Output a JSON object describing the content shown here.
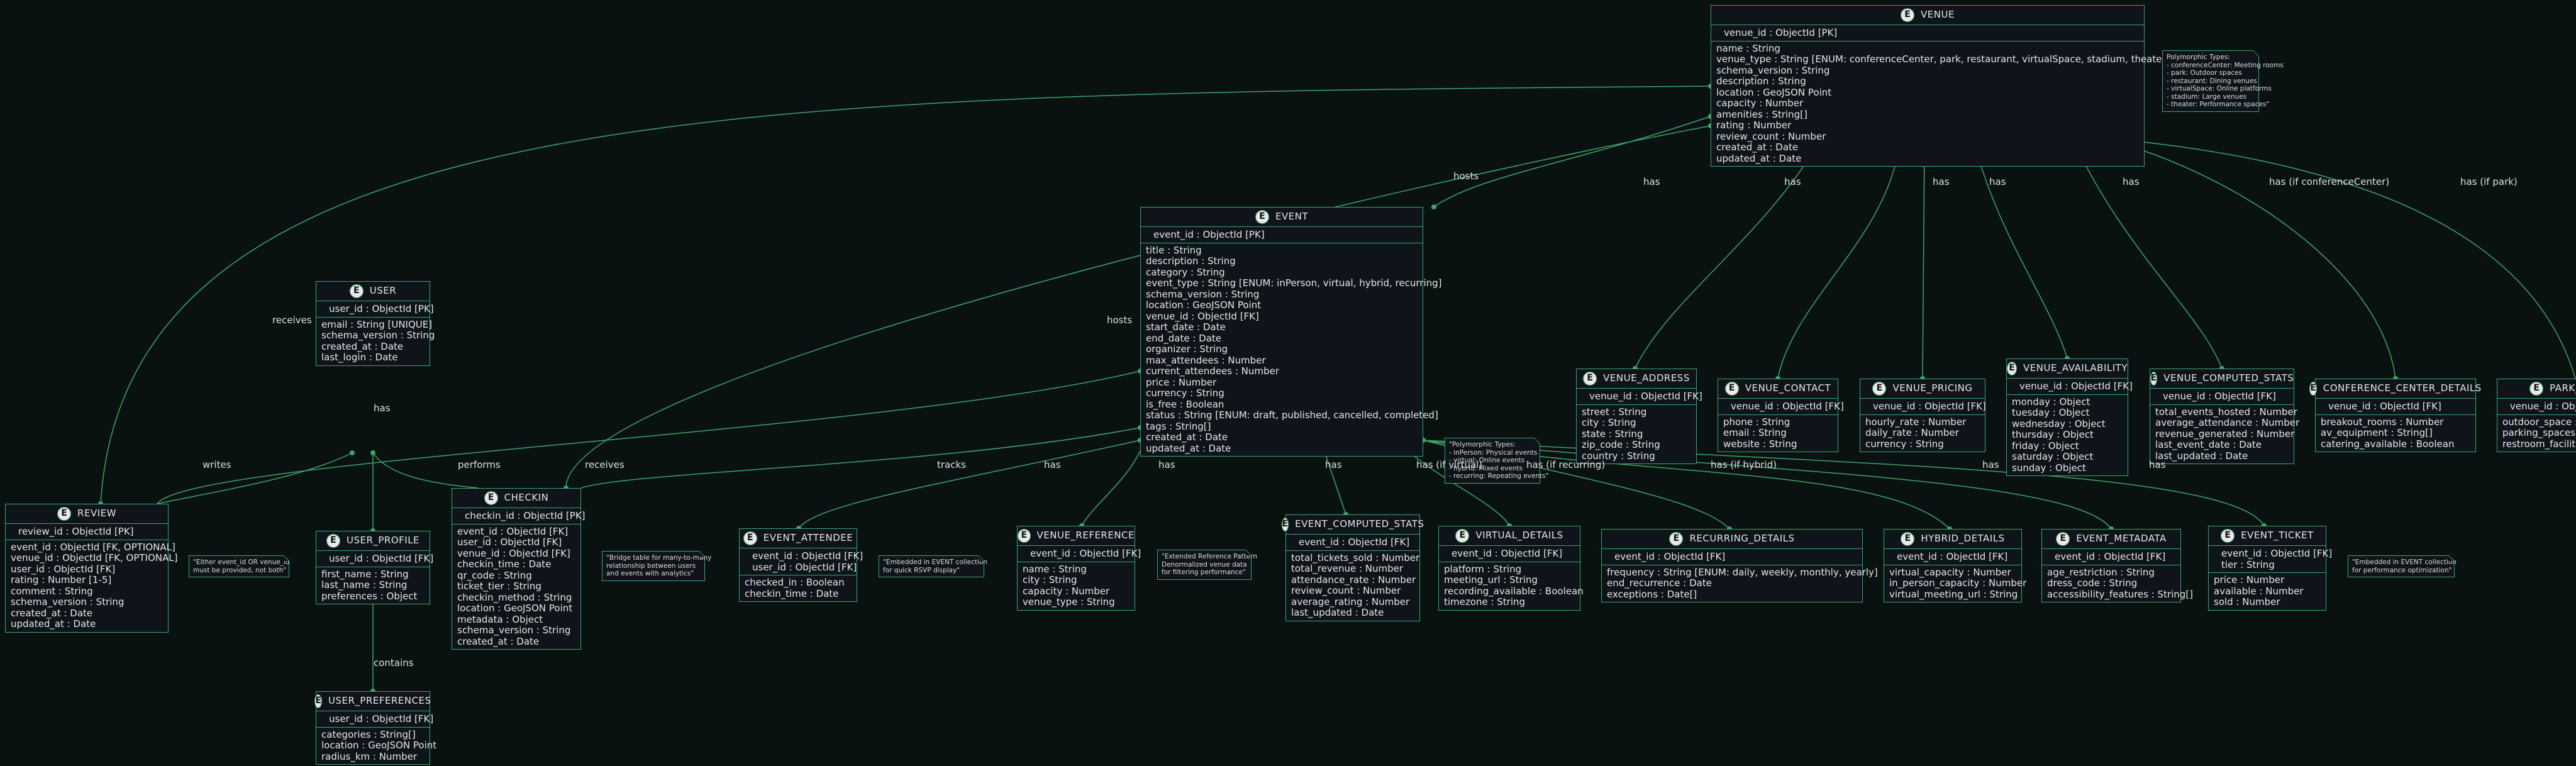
{
  "diagram": {
    "entities": {
      "venue": {
        "name": "VENUE",
        "pk": "venue_id : ObjectId [PK]",
        "fields": [
          "name : String",
          "venue_type : String [ENUM: conferenceCenter, park, restaurant, virtualSpace, stadium, theater]",
          "schema_version : String",
          "description : String",
          "location : GeoJSON Point",
          "capacity : Number",
          "amenities : String[]",
          "rating : Number",
          "review_count : Number",
          "created_at : Date",
          "updated_at : Date"
        ]
      },
      "event": {
        "name": "EVENT",
        "pk": "event_id : ObjectId [PK]",
        "fields": [
          "title : String",
          "description : String",
          "category : String",
          "event_type : String [ENUM: inPerson, virtual, hybrid, recurring]",
          "schema_version : String",
          "location : GeoJSON Point",
          "venue_id : ObjectId [FK]",
          "start_date : Date",
          "end_date : Date",
          "organizer : String",
          "max_attendees : Number",
          "current_attendees : Number",
          "price : Number",
          "currency : String",
          "is_free : Boolean",
          "status : String [ENUM: draft, published, cancelled, completed]",
          "tags : String[]",
          "created_at : Date",
          "updated_at : Date"
        ]
      },
      "user": {
        "name": "USER",
        "pk": "user_id : ObjectId [PK]",
        "fields": [
          "email : String [UNIQUE]",
          "schema_version : String",
          "created_at : Date",
          "last_login : Date"
        ]
      },
      "review": {
        "name": "REVIEW",
        "pk": "review_id : ObjectId [PK]",
        "fields": [
          "event_id : ObjectId [FK, OPTIONAL]",
          "venue_id : ObjectId [FK, OPTIONAL]",
          "user_id : ObjectId [FK]",
          "rating : Number [1-5]",
          "comment : String",
          "schema_version : String",
          "created_at : Date",
          "updated_at : Date"
        ]
      },
      "user_profile": {
        "name": "USER_PROFILE",
        "pk": "user_id : ObjectId [FK]",
        "fields": [
          "first_name : String",
          "last_name : String",
          "preferences : Object"
        ]
      },
      "user_preferences": {
        "name": "USER_PREFERENCES",
        "pk": "user_id : ObjectId [FK]",
        "fields": [
          "categories : String[]",
          "location : GeoJSON Point",
          "radius_km : Number"
        ]
      },
      "checkin": {
        "name": "CHECKIN",
        "pk": "checkin_id : ObjectId [PK]",
        "fields": [
          "event_id : ObjectId [FK]",
          "user_id : ObjectId [FK]",
          "venue_id : ObjectId [FK]",
          "checkin_time : Date",
          "qr_code : String",
          "ticket_tier : String",
          "checkin_method : String",
          "location : GeoJSON Point",
          "metadata : Object",
          "schema_version : String",
          "created_at : Date"
        ]
      },
      "event_attendee": {
        "name": "EVENT_ATTENDEE",
        "pk": "event_id : ObjectId [FK]\nuser_id : ObjectId [FK]",
        "fields": [
          "checked_in : Boolean",
          "checkin_time : Date"
        ]
      },
      "venue_reference": {
        "name": "VENUE_REFERENCE",
        "pk": "event_id : ObjectId [FK]",
        "fields": [
          "name : String",
          "city : String",
          "capacity : Number",
          "venue_type : String"
        ]
      },
      "event_computed_stats": {
        "name": "EVENT_COMPUTED_STATS",
        "pk": "event_id : ObjectId [FK]",
        "fields": [
          "total_tickets_sold : Number",
          "total_revenue : Number",
          "attendance_rate : Number",
          "review_count : Number",
          "average_rating : Number",
          "last_updated : Date"
        ]
      },
      "virtual_details": {
        "name": "VIRTUAL_DETAILS",
        "pk": "event_id : ObjectId [FK]",
        "fields": [
          "platform : String",
          "meeting_url : String",
          "recording_available : Boolean",
          "timezone : String"
        ]
      },
      "recurring_details": {
        "name": "RECURRING_DETAILS",
        "pk": "event_id : ObjectId [FK]",
        "fields": [
          "frequency : String [ENUM: daily, weekly, monthly, yearly]",
          "end_recurrence : Date",
          "exceptions : Date[]"
        ]
      },
      "hybrid_details": {
        "name": "HYBRID_DETAILS",
        "pk": "event_id : ObjectId [FK]",
        "fields": [
          "virtual_capacity : Number",
          "in_person_capacity : Number",
          "virtual_meeting_url : String"
        ]
      },
      "event_metadata": {
        "name": "EVENT_METADATA",
        "pk": "event_id : ObjectId [FK]",
        "fields": [
          "age_restriction : String",
          "dress_code : String",
          "accessibility_features : String[]"
        ]
      },
      "event_ticket": {
        "name": "EVENT_TICKET",
        "pk": "event_id : ObjectId [FK]\ntier : String",
        "fields": [
          "price : Number",
          "available : Number",
          "sold : Number"
        ]
      },
      "venue_address": {
        "name": "VENUE_ADDRESS",
        "pk": "venue_id : ObjectId [FK]",
        "fields": [
          "street : String",
          "city : String",
          "state : String",
          "zip_code : String",
          "country : String"
        ]
      },
      "venue_contact": {
        "name": "VENUE_CONTACT",
        "pk": "venue_id : ObjectId [FK]",
        "fields": [
          "phone : String",
          "email : String",
          "website : String"
        ]
      },
      "venue_pricing": {
        "name": "VENUE_PRICING",
        "pk": "venue_id : ObjectId [FK]",
        "fields": [
          "hourly_rate : Number",
          "daily_rate : Number",
          "currency : String"
        ]
      },
      "venue_availability": {
        "name": "VENUE_AVAILABILITY",
        "pk": "venue_id : ObjectId [FK]",
        "fields": [
          "monday : Object",
          "tuesday : Object",
          "wednesday : Object",
          "thursday : Object",
          "friday : Object",
          "saturday : Object",
          "sunday : Object"
        ]
      },
      "venue_computed_stats": {
        "name": "VENUE_COMPUTED_STATS",
        "pk": "venue_id : ObjectId [FK]",
        "fields": [
          "total_events_hosted : Number",
          "average_attendance : Number",
          "revenue_generated : Number",
          "last_event_date : Date",
          "last_updated : Date"
        ]
      },
      "conference_center_details": {
        "name": "CONFERENCE_CENTER_DETAILS",
        "pk": "venue_id : ObjectId [FK]",
        "fields": [
          "breakout_rooms : Number",
          "av_equipment : String[]",
          "catering_available : Boolean"
        ]
      },
      "park_details": {
        "name": "PARK_DETAILS",
        "pk": "venue_id : ObjectId [FK]",
        "fields": [
          "outdoor_space : Number",
          "parking_spaces : Number",
          "restroom_facilities : Boolean"
        ]
      }
    },
    "notes": {
      "venue_note": [
        "Polymorphic Types:",
        "- conferenceCenter: Meeting rooms",
        "- park: Outdoor spaces",
        "- restaurant: Dining venues",
        "- virtualSpace: Online platforms",
        "- stadium: Large venues",
        "- theater: Performance spaces\""
      ],
      "event_note": [
        "\"Polymorphic Types:",
        "- inPerson: Physical events",
        "- virtual: Online events",
        "- hybrid: Mixed events",
        "- recurring: Repeating events\""
      ],
      "review_note": [
        "\"Either event_id OR venue_id",
        "must be provided, not both\""
      ],
      "checkin_note": [
        "\"Bridge table for many-to-many",
        "relationship between users",
        "and events with analytics\""
      ],
      "attendee_note": [
        "\"Embedded in EVENT collection",
        "for quick RSVP display\""
      ],
      "venue_ref_note": [
        "\"Extended Reference Pattern",
        "Denormalized venue data",
        "for filtering performance\""
      ],
      "ticket_note": [
        "\"Embedded in EVENT collection",
        "for performance optimization\""
      ]
    },
    "edge_labels": {
      "receives_review": "receives",
      "hosts_event": "hosts",
      "hosts_checkin": "hosts",
      "receives_checkin": "receives",
      "writes": "writes",
      "user_has_profile": "has",
      "performs": "performs",
      "contains": "contains",
      "tracks": "tracks",
      "has_attendee": "has",
      "has_venue_ref": "has",
      "has_event_stats": "has",
      "has_virtual": "has (if virtual)",
      "has_recurring": "has (if recurring)",
      "has_hybrid": "has (if hybrid)",
      "has_metadata": "has",
      "has_ticket": "has",
      "has_address": "has",
      "has_contact": "has",
      "has_pricing": "has",
      "has_availability": "has",
      "has_venue_stats": "has",
      "has_conference": "has (if conferenceCenter)",
      "has_park": "has (if park)"
    },
    "colors": {
      "background": "#0a1111",
      "box": "#0f141a",
      "border": "#3aa56c",
      "line": "#3aa56c",
      "text": "#e6e6e6"
    }
  }
}
